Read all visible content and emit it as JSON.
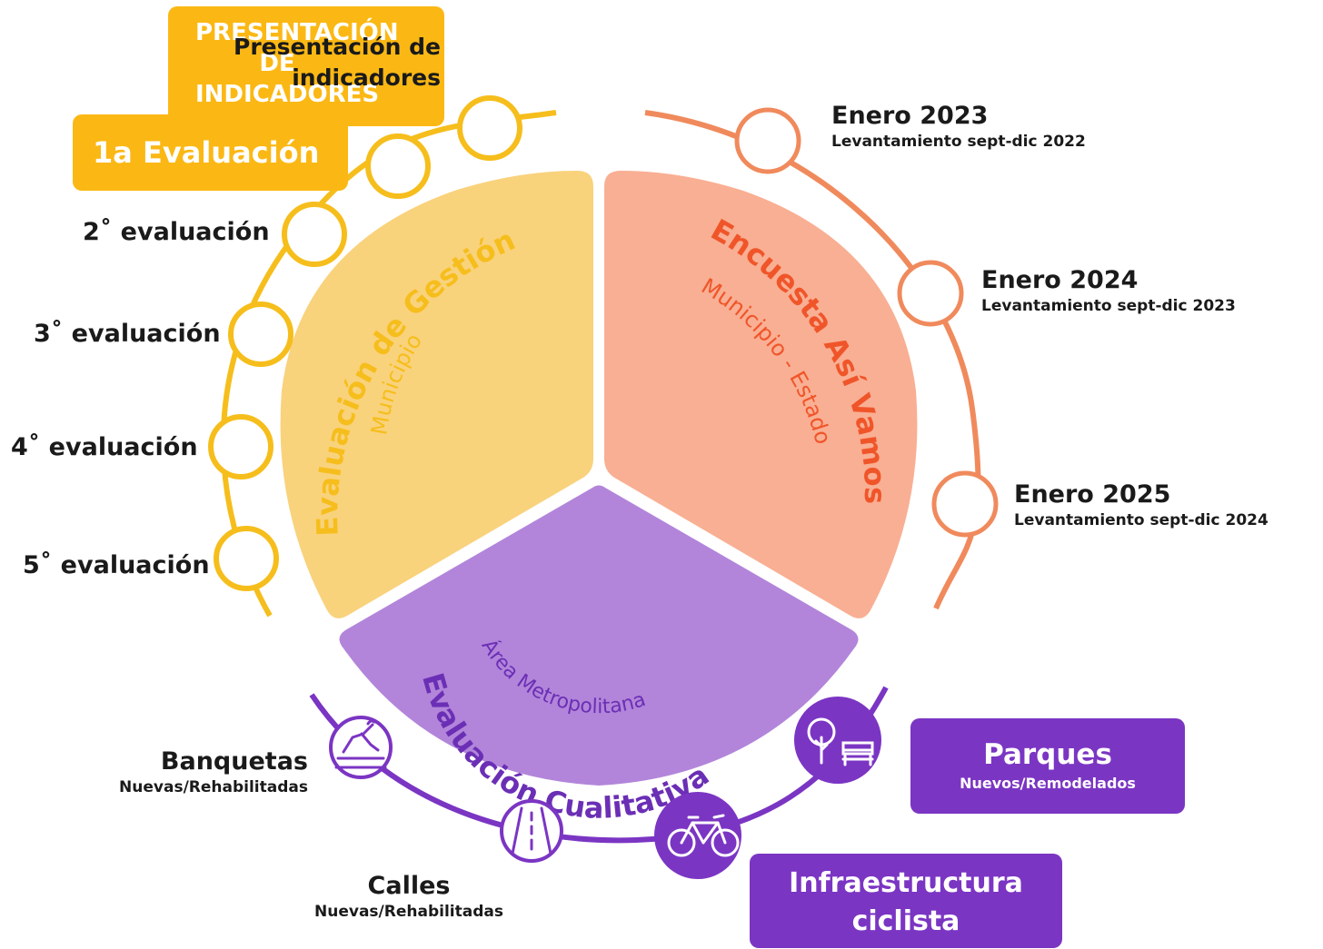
{
  "colors": {
    "yellow": "#f6be1c",
    "yellow_box": "#fbb814",
    "yellow_wedge": "#f9d27c",
    "orange_line": "#f08a5c",
    "orange_wedge": "#f9af93",
    "orange_text": "#f0552a",
    "purple": "#7b35c3",
    "purple_wedge": "#b285da",
    "purple_text": "#6b2fb5"
  },
  "header": {
    "presentacion_box": "PRESENTACIÓN DE INDICADORES",
    "presentacion_overlay": "Presentación de indicadores",
    "primera_evaluacion": "1a Evaluación"
  },
  "gestion": {
    "title": "Evaluación de Gestión",
    "subtitle": "Municipio",
    "evaluations": [
      "2˚ evaluación",
      "3˚ evaluación",
      "4˚ evaluación",
      "5˚ evaluación"
    ]
  },
  "encuesta": {
    "title": "Encuesta Así Vamos",
    "subtitle": "Municipio - Estado",
    "milestones": [
      {
        "title": "Enero 2023",
        "detail": "Levantamiento sept-dic 2022"
      },
      {
        "title": "Enero 2024",
        "detail": "Levantamiento sept-dic 2023"
      },
      {
        "title": "Enero 2025",
        "detail": "Levantamiento sept-dic 2024"
      }
    ]
  },
  "cualitativa": {
    "title": "Evaluación Cualitativa",
    "subtitle": "Área Metropolitana",
    "banquetas": {
      "title": "Banquetas",
      "detail": "Nuevas/Rehabilitadas"
    },
    "calles": {
      "title": "Calles",
      "detail": "Nuevas/Rehabilitadas"
    },
    "parques": {
      "title": "Parques",
      "detail": "Nuevos/Remodelados"
    },
    "ciclista": {
      "title": "Infraestructura ciclista"
    }
  },
  "icons": [
    "pedestrian-sidewalk-icon",
    "road-icon",
    "bicycle-icon",
    "tree-bench-icon"
  ]
}
